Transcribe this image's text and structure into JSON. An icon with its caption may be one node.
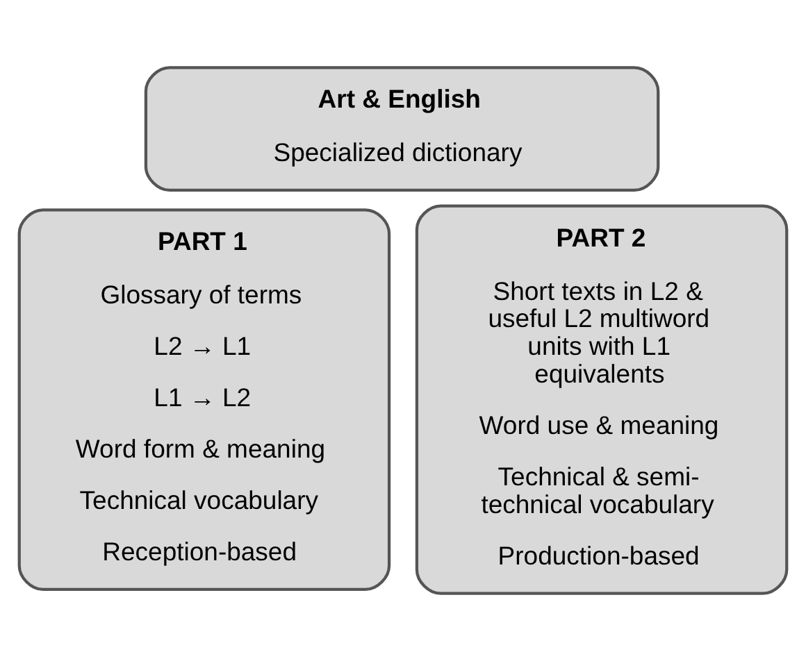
{
  "diagram": {
    "nodes": [
      {
        "text": [
          "Art & English",
          "Specialized dictionary"
        ]
      },
      {
        "text": [
          "PART 1",
          "Glossary of terms",
          "L2 → L1",
          "L1 → L2",
          "Word form & meaning",
          "Technical vocabulary",
          "Reception-based"
        ]
      },
      {
        "text": [
          "PART 2",
          "Short texts in L2 & useful L2 multiword units with L1 equivalents",
          "Word use & meaning",
          "Technical & semi-technical vocabulary",
          "Production-based"
        ]
      }
    ]
  }
}
